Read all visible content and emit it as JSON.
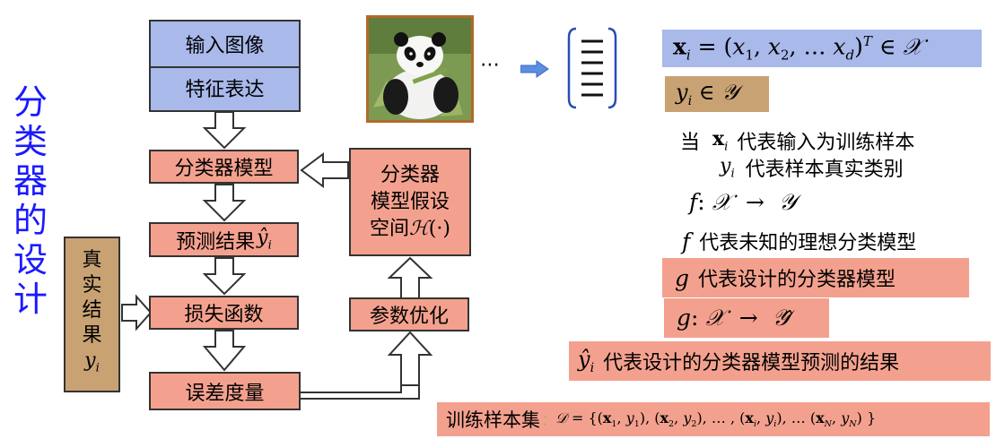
{
  "title_chars": [
    "分",
    "类",
    "器",
    "的",
    "设",
    "计"
  ],
  "flow": {
    "input_image": "输入图像",
    "feature": "特征表达",
    "classifier": "分类器模型",
    "prediction": "预测结果",
    "loss": "损失函数",
    "error": "误差度量",
    "optimize": "参数优化",
    "hypothesis_line1": "分类器",
    "hypothesis_line2": "模型假设",
    "hypothesis_line3": "空间",
    "truth_chars": [
      "真",
      "实",
      "结",
      "果"
    ]
  },
  "ellipsis": "⋯",
  "right_panel": {
    "when": "当",
    "xi_desc": "代表输入为训练样本",
    "yi_desc": "代表样本真实类别",
    "f_desc": "代表未知的理想分类模型",
    "g_desc": "代表设计的分类器模型",
    "yhat_desc": "代表设计的分类器模型预测的结果",
    "train_set_label": "训练样本集",
    "colon": ":"
  },
  "colors": {
    "blue_fill": "#a9b9ea",
    "salmon_fill": "#f3a18e",
    "tan_fill": "#c9a274",
    "title_blue": "#1a1aff",
    "arrow_blue": "#4a7fd8",
    "frame_brown": "#b06a2a"
  },
  "icons": {
    "panda_image": "panda-photo",
    "feature_vector": "feature-vector-icon",
    "arrow": "right-arrow-icon"
  }
}
